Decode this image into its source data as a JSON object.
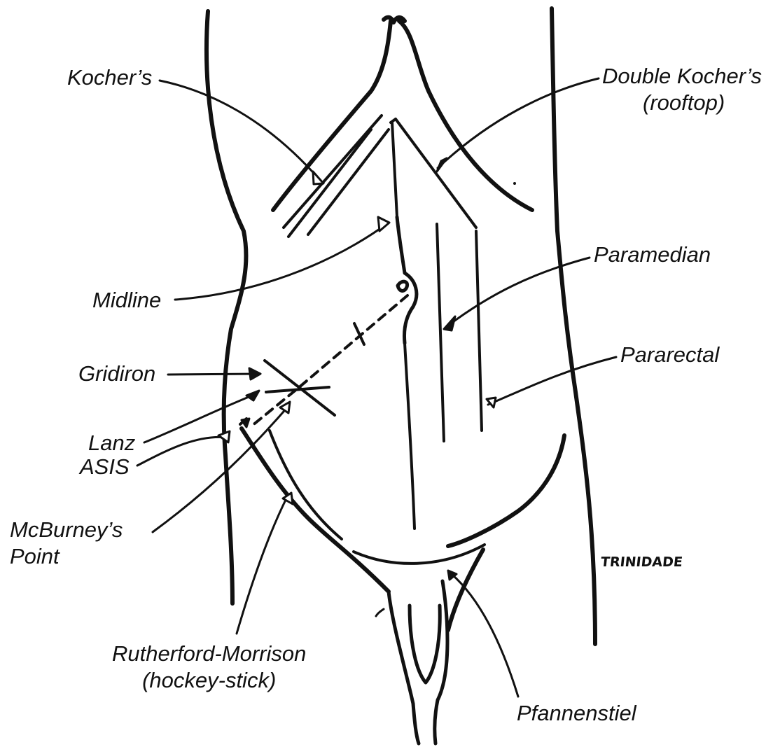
{
  "labels": {
    "kochers": "Kocher’s",
    "double_kochers_line1": "Double Kocher’s",
    "double_kochers_line2": "(rooftop)",
    "midline": "Midline",
    "paramedian": "Paramedian",
    "gridiron": "Gridiron",
    "pararectal": "Pararectal",
    "lanz": "Lanz",
    "asis": "ASIS",
    "mcburneys_line1": "McBurney’s",
    "mcburneys_line2": "Point",
    "rutherford_line1": "Rutherford-Morrison",
    "rutherford_line2": "(hockey-stick)",
    "pfannenstiel": "Pfannenstiel"
  },
  "signature": "TRINIDADE",
  "colors": {
    "ink": "#111111",
    "background": "#ffffff"
  }
}
